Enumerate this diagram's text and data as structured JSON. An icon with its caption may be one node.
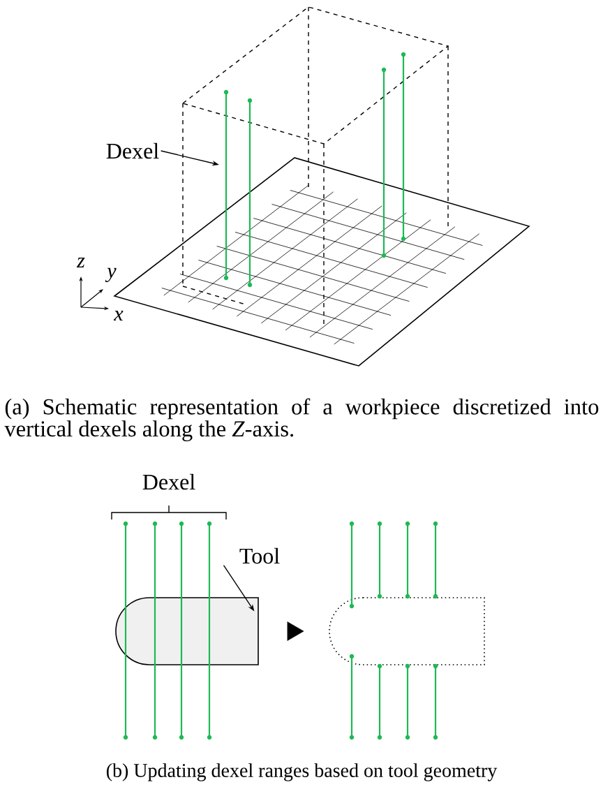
{
  "diagram": {
    "nodes": [
      {
        "text": [
          "Dexel"
        ]
      },
      {
        "text": [
          "Tool"
        ]
      },
      {
        "text": [],
        "shape": "box"
      },
      {
        "text": [],
        "shape": "box"
      }
    ],
    "edges": [
      {
        "from": 0,
        "to": null,
        "arrow": "to"
      },
      {
        "from": 1,
        "to": 2,
        "arrow": "to"
      },
      {
        "from": 2,
        "to": 3,
        "arrow": "to"
      }
    ],
    "labels": [
      "z",
      "y",
      "x",
      "(a) Schematic representation of a workpiece discretized into vertical dexels along the *Z*-axis.",
      "Dexel",
      "(b) Updating dexel ranges based on tool geometry"
    ]
  }
}
